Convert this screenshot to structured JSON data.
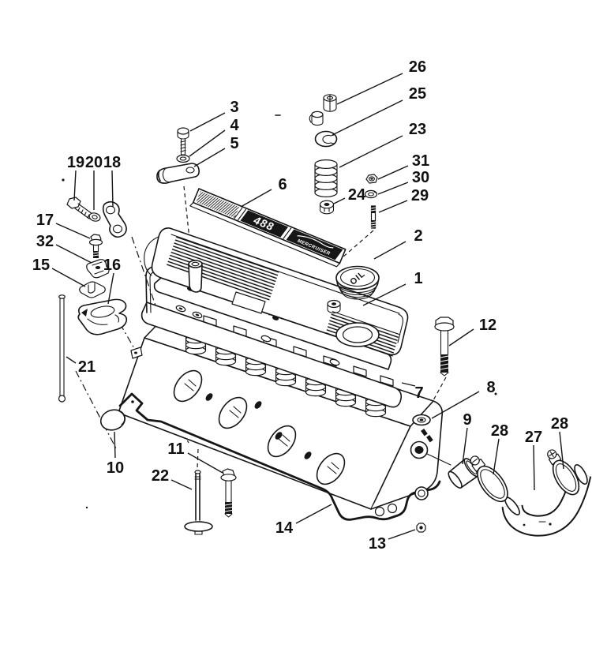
{
  "diagram": {
    "type": "exploded-parts-diagram",
    "subject": "Cylinder head and rocker cover assembly",
    "decal": {
      "model_number": "488",
      "brand": "MERCRUISER"
    },
    "oil_cap_label": "OIL",
    "callouts": [
      {
        "label": "26"
      },
      {
        "label": "25"
      },
      {
        "label": "23"
      },
      {
        "label": "31"
      },
      {
        "label": "30"
      },
      {
        "label": "29"
      },
      {
        "label": "24"
      },
      {
        "label": "3"
      },
      {
        "label": "4"
      },
      {
        "label": "5"
      },
      {
        "label": "6"
      },
      {
        "label": "2"
      },
      {
        "label": "1"
      },
      {
        "label": "12"
      },
      {
        "label": "19"
      },
      {
        "label": "20"
      },
      {
        "label": "18"
      },
      {
        "label": "17"
      },
      {
        "label": "32"
      },
      {
        "label": "15"
      },
      {
        "label": "16"
      },
      {
        "label": "21"
      },
      {
        "label": "10"
      },
      {
        "label": "22"
      },
      {
        "label": "11"
      },
      {
        "label": "14"
      },
      {
        "label": "13"
      },
      {
        "label": "7"
      },
      {
        "label": "8"
      },
      {
        "label": "9"
      },
      {
        "label": "28"
      },
      {
        "label": "27"
      },
      {
        "label": "28"
      }
    ]
  }
}
